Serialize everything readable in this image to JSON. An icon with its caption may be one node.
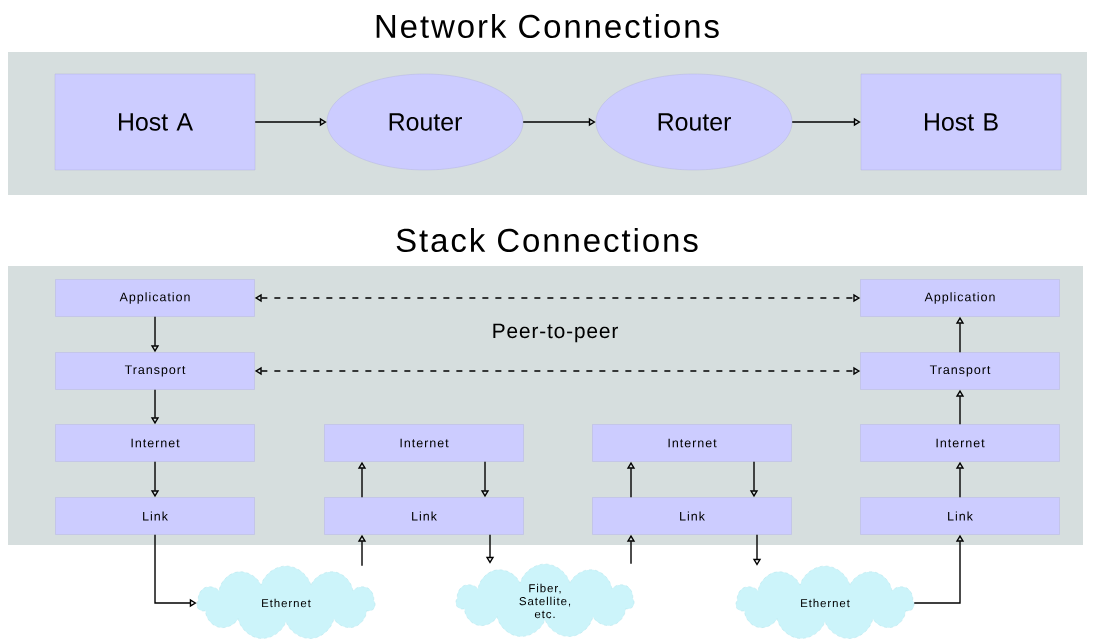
{
  "diagram": {
    "title": "Network Connections",
    "nodes": [
      {
        "text": [
          "Host A"
        ]
      },
      {
        "text": [
          "Router"
        ]
      },
      {
        "text": [
          "Router"
        ]
      },
      {
        "text": [
          "Host B"
        ]
      },
      {
        "text": [
          "Application"
        ]
      },
      {
        "text": [
          "Application"
        ]
      },
      {
        "text": [
          "Transport"
        ]
      },
      {
        "text": [
          "Transport"
        ]
      },
      {
        "text": [
          "Internet"
        ]
      },
      {
        "text": [
          "Internet"
        ]
      },
      {
        "text": [
          "Internet"
        ]
      },
      {
        "text": [
          "Internet"
        ]
      },
      {
        "text": [
          "Link"
        ]
      },
      {
        "text": [
          "Link"
        ]
      },
      {
        "text": [
          "Link"
        ]
      },
      {
        "text": [
          "Link"
        ]
      },
      {
        "text": [
          "Ethernet"
        ]
      },
      {
        "text": [
          "Fiber, Satellite, etc."
        ]
      },
      {
        "text": [
          "Ethernet"
        ]
      }
    ],
    "edges": [
      {
        "from": 0,
        "to": 1,
        "arrow": "to"
      },
      {
        "from": 1,
        "to": 2,
        "arrow": "to"
      },
      {
        "from": 2,
        "to": 3,
        "arrow": "to"
      },
      {
        "from": 4,
        "to": 5,
        "arrow": "both",
        "style": "dashed"
      },
      {
        "from": 6,
        "to": 7,
        "arrow": "both",
        "style": "dashed"
      },
      {
        "from": 4,
        "to": 6,
        "arrow": "to"
      },
      {
        "from": 6,
        "to": 8,
        "arrow": "to"
      },
      {
        "from": 8,
        "to": 12,
        "arrow": "to"
      },
      {
        "from": 12,
        "to": 16,
        "arrow": "to"
      },
      {
        "from": 16,
        "to": 13,
        "arrow": "to"
      },
      {
        "from": 13,
        "to": 9,
        "arrow": "to"
      },
      {
        "from": 9,
        "to": 13,
        "arrow": "to"
      },
      {
        "from": 13,
        "to": 17,
        "arrow": "to"
      },
      {
        "from": 17,
        "to": 14,
        "arrow": "to"
      },
      {
        "from": 14,
        "to": 10,
        "arrow": "to"
      },
      {
        "from": 10,
        "to": 14,
        "arrow": "to"
      },
      {
        "from": 14,
        "to": 18,
        "arrow": "to"
      },
      {
        "from": 18,
        "to": 15,
        "arrow": "to"
      },
      {
        "from": 15,
        "to": 11,
        "arrow": "to"
      },
      {
        "from": 11,
        "to": 7,
        "arrow": "to"
      },
      {
        "from": 7,
        "to": 5,
        "arrow": "to"
      }
    ],
    "labels": [
      "Stack Connections",
      "Peer-to-peer"
    ]
  }
}
